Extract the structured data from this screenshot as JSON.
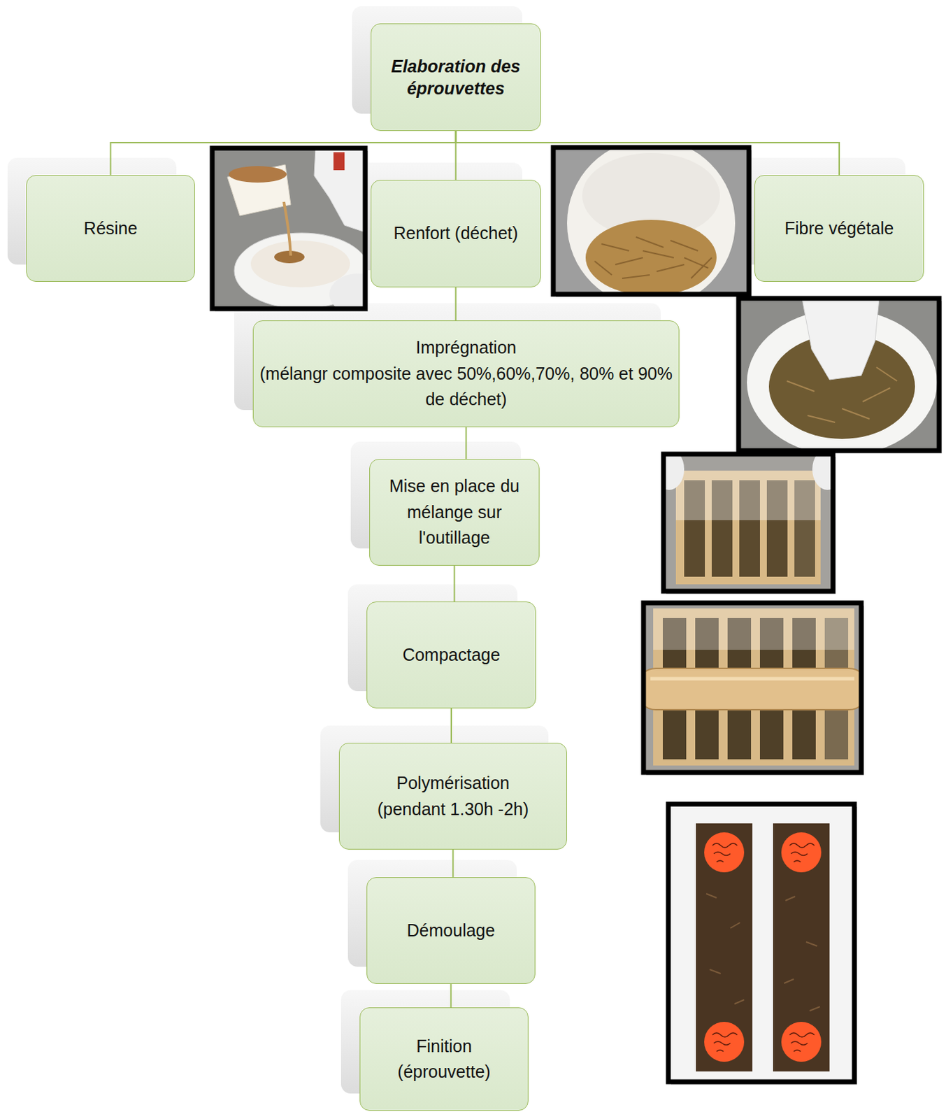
{
  "diagram": {
    "nodes": [
      {
        "text": [
          "Elaboration des éprouvettes"
        ]
      },
      {
        "text": [
          "Résine"
        ]
      },
      {
        "text": [
          "Renfort (déchet)"
        ]
      },
      {
        "text": [
          "Fibre végétale"
        ]
      },
      {
        "text": [
          "Imprégnation",
          "(mélangr composite avec 50%,60%,70%, 80% et 90% de déchet)"
        ]
      },
      {
        "text": [
          "Mise en place du mélange sur l'outillage"
        ]
      },
      {
        "text": [
          "Compactage"
        ]
      },
      {
        "text": [
          "Polymérisation",
          "(pendant 1.30h -2h)"
        ]
      },
      {
        "text": [
          "Démoulage"
        ]
      },
      {
        "text": [
          "Finition",
          "(éprouvette)"
        ]
      }
    ],
    "edges": [
      {
        "from": 0,
        "to": 1,
        "arrow": "none"
      },
      {
        "from": 0,
        "to": 2,
        "arrow": "none"
      },
      {
        "from": 0,
        "to": 3,
        "arrow": "none"
      },
      {
        "from": 2,
        "to": 4,
        "arrow": "none"
      },
      {
        "from": 4,
        "to": 5,
        "arrow": "none"
      },
      {
        "from": 5,
        "to": 6,
        "arrow": "none"
      },
      {
        "from": 6,
        "to": 7,
        "arrow": "none"
      },
      {
        "from": 7,
        "to": 8,
        "arrow": "none"
      },
      {
        "from": 8,
        "to": 9,
        "arrow": "none"
      }
    ]
  }
}
